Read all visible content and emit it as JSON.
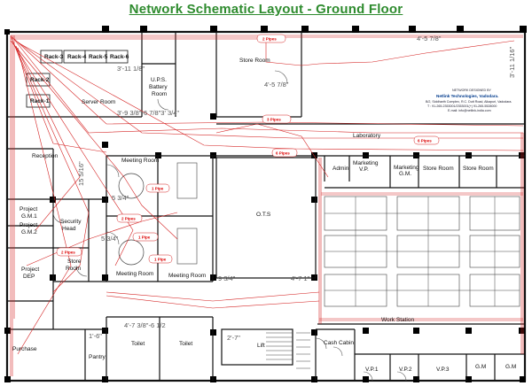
{
  "title": "Network Schematic Layout - Ground Floor",
  "designer": {
    "caption": "NETWORK DESIGNED BY",
    "company": "Netlink Technologies, Vadodara.",
    "address": "B/2, Siddharth Complex, R.C. Dutt Road, Alkapuri, Vadodara.",
    "phone": "T : 91-265-2353001/2353001(+) 91-265-5528000",
    "email": "E-mail: info@netlink-india.com"
  },
  "rooms": {
    "rack3": "Rack-3",
    "rack4": "Rack-4",
    "rack5": "Rack-5",
    "rack6": "Rack-6",
    "rack2": "Rack-2",
    "rack1": "Rack-1",
    "server_room": "Server Room",
    "ups_room": [
      "U.P.S.",
      "Battery",
      "Room"
    ],
    "store_room_top": "Store Room",
    "laboratory": "Laboratory",
    "reception": "Reception",
    "meeting_room_1": "Meeting Room",
    "meeting_room_2": "Meeting Room",
    "meeting_room_3": "Meeting Room",
    "ots": "O.T.S",
    "admin": "Admin",
    "marketing_vp": [
      "Marketing",
      "V.P."
    ],
    "marketing_gm": [
      "Marketing",
      "G.M."
    ],
    "store_room_a": "Store Room",
    "store_room_b": "Store Room",
    "project_gm1": [
      "Project",
      "G.M.1"
    ],
    "project_gm2": [
      "Project",
      "G.M.2"
    ],
    "security_head": [
      "Security",
      "Head"
    ],
    "store_room_left": [
      "Store",
      "Room"
    ],
    "project_dep": [
      "Project",
      "DEP"
    ],
    "purchase": "Purchase",
    "pantry": "Pantry",
    "toilet_1": "Toilet",
    "toilet_2": "Toilet",
    "lift": "Lift",
    "cash_cabin": "Cash Cabin",
    "work_station": "Work Station",
    "vp1": "V.P.1",
    "vp2": "V.P.2",
    "vp3": "V.P.3",
    "gm1": "G.M",
    "gm2": "G.M"
  },
  "pipes": {
    "p1": "2 Pipes",
    "p2": "3 Pipes",
    "p3": "6 Pipes",
    "p4": "6 Pipes",
    "p5": "1 Pipe",
    "p6": "2 Pipes",
    "p7": "1 Pipe",
    "p8": "1 Pipe",
    "p9": "2 Pipes"
  },
  "dimensions": {
    "d1": "4'-5 7/8\"",
    "d2": "3'-11 1/16\"",
    "d3": "3'-11 1/8\"",
    "d4": "4'-5 7/8\"",
    "d5": "3'-9 3/8\"-6 7/8\"3' 3/4\"",
    "d6": "5 3/4\"",
    "d7": "5 3/4\"",
    "d8": "9 3/4\"",
    "d9": "4'-7 1\"",
    "d10": "4'-7 3/8\"-6 1/2",
    "d11": "1'-6\"",
    "d12": "15 5/16\"",
    "d13": "2'-7\""
  }
}
